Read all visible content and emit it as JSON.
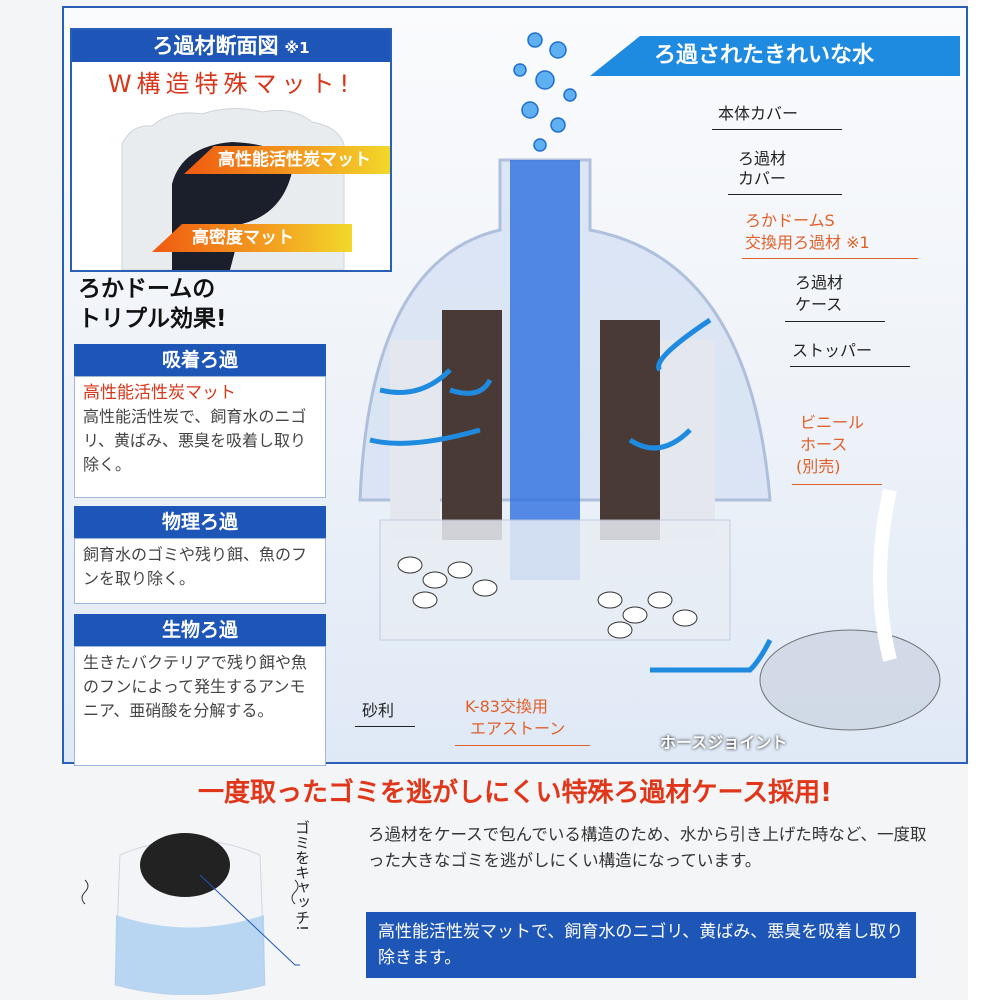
{
  "cross_section": {
    "header": "ろ過材断面図",
    "header_note": "※1",
    "title": "W構造特殊マット!",
    "tag_carbon": "高性能活性炭マット",
    "tag_dense": "高密度マット"
  },
  "triple": {
    "line1": "ろかドームの",
    "line2": "トリプル効果!"
  },
  "sections": [
    {
      "title": "吸着ろ過",
      "subtitle": "高性能活性炭マット",
      "body": "高性能活性炭で、飼育水のニゴリ、黄ばみ、悪臭を吸着し取り除く。"
    },
    {
      "title": "物理ろ過",
      "body": "飼育水のゴミや残り餌、魚のフンを取り除く。"
    },
    {
      "title": "生物ろ過",
      "body": "生きたバクテリアで残り餌や魚のフンによって発生するアンモニア、亜硝酸を分解する。"
    }
  ],
  "diagram": {
    "clean_water": "ろ過されたきれいな水",
    "labels": {
      "body_cover": "本体カバー",
      "filter_cover_1": "ろ過材",
      "filter_cover_2": "カバー",
      "replacement_1": "ろかドームS",
      "replacement_2": "交換用ろ過材 ※1",
      "case_1": "ろ過材",
      "case_2": "ケース",
      "stopper": "ストッパー",
      "hose_1": "ビニール",
      "hose_2": "ホース",
      "hose_3": "(別売)",
      "gravel": "砂利",
      "airstone_1": "K-83交換用",
      "airstone_2": "エアストーン",
      "hose_joint": "ホースジョイント"
    }
  },
  "bottom": {
    "headline": "一度取ったゴミを逃がしにくい特殊ろ過材ケース採用!",
    "catch": "ゴミをキャッチ!",
    "paragraph": "ろ過材をケースで包んでいる構造のため、水から引き上げた時など、一度取った大きなゴミを逃がしにくい構造になっています。",
    "note": "高性能活性炭マットで、飼育水のニゴリ、黄ばみ、悪臭を吸着し取り除きます。"
  },
  "colors": {
    "blue": "#1e56b8",
    "light_blue": "#1e8ae0",
    "orange_red": "#e0361a"
  }
}
